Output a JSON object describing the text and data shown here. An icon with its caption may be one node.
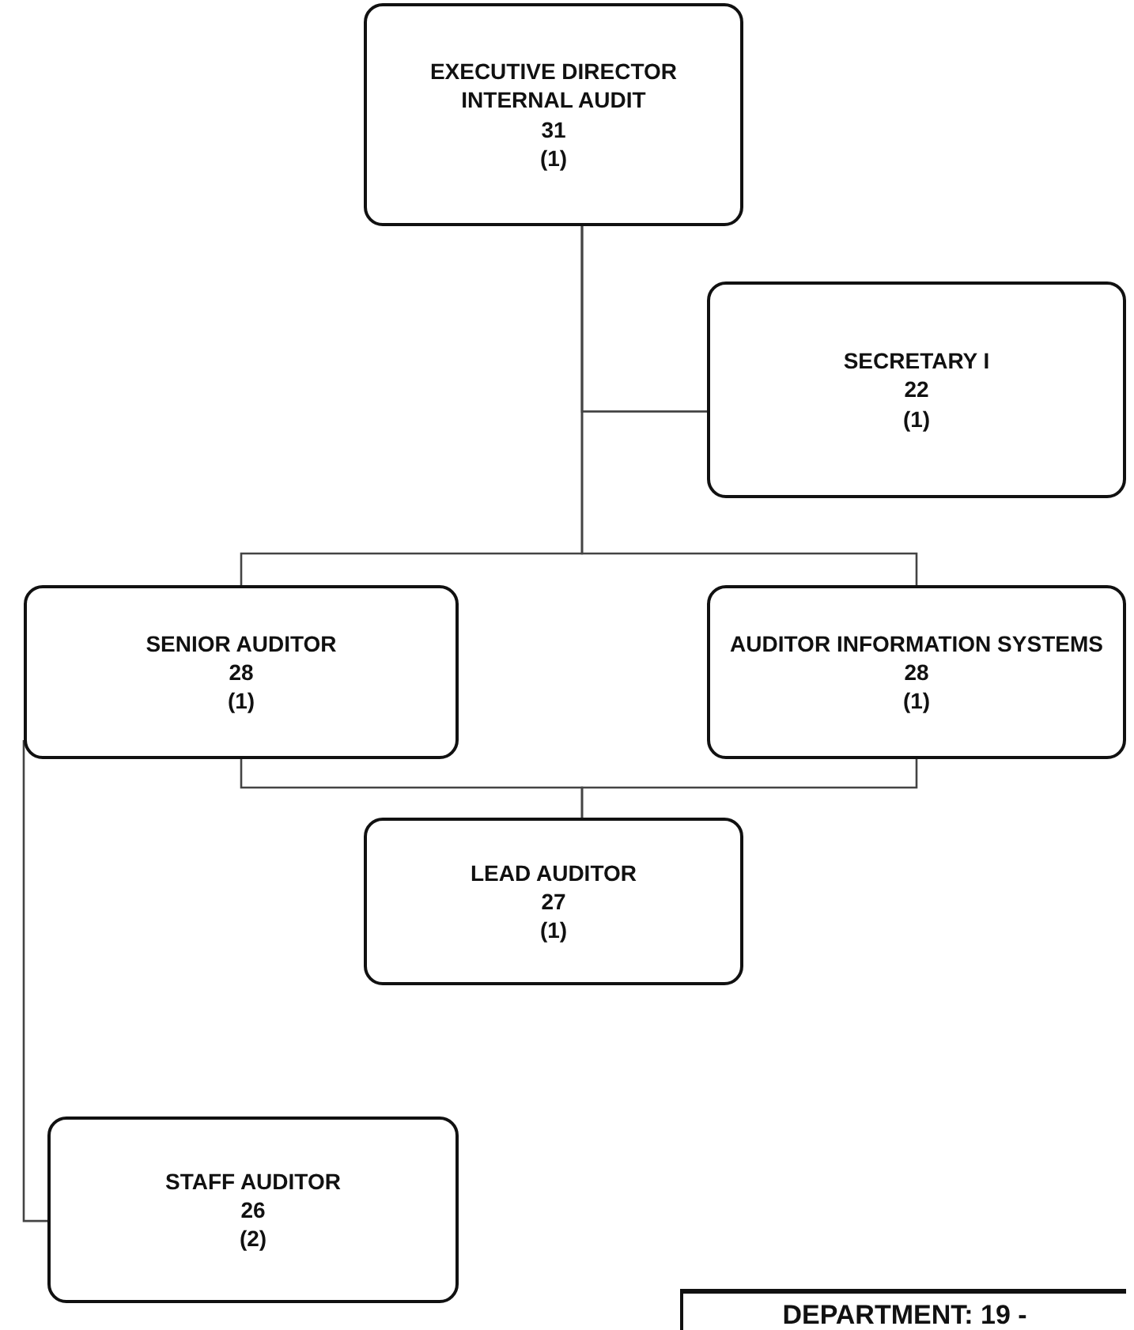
{
  "diagram": {
    "nodes": [
      {
        "text": [
          "EXECUTIVE DIRECTOR INTERNAL AUDIT",
          "31",
          "(1)"
        ]
      },
      {
        "text": [
          "SECRETARY I",
          "22",
          "(1)"
        ]
      },
      {
        "text": [
          "SENIOR AUDITOR",
          "28",
          "(1)"
        ]
      },
      {
        "text": [
          "AUDITOR INFORMATION SYSTEMS",
          "28",
          "(1)"
        ]
      },
      {
        "text": [
          "LEAD AUDITOR",
          "27",
          "(1)"
        ]
      },
      {
        "text": [
          "STAFF AUDITOR",
          "26",
          "(2)"
        ]
      },
      {
        "text": [
          "DEPARTMENT: 19 -"
        ]
      }
    ],
    "edges": [
      {
        "from": 0,
        "to": 1,
        "arrow": "none"
      },
      {
        "from": 0,
        "to": 2,
        "arrow": "none"
      },
      {
        "from": 0,
        "to": 3,
        "arrow": "none"
      },
      {
        "from": 2,
        "to": 4,
        "arrow": "none"
      },
      {
        "from": 3,
        "to": 4,
        "arrow": "none"
      },
      {
        "from": 2,
        "to": 5,
        "arrow": "none"
      }
    ]
  }
}
